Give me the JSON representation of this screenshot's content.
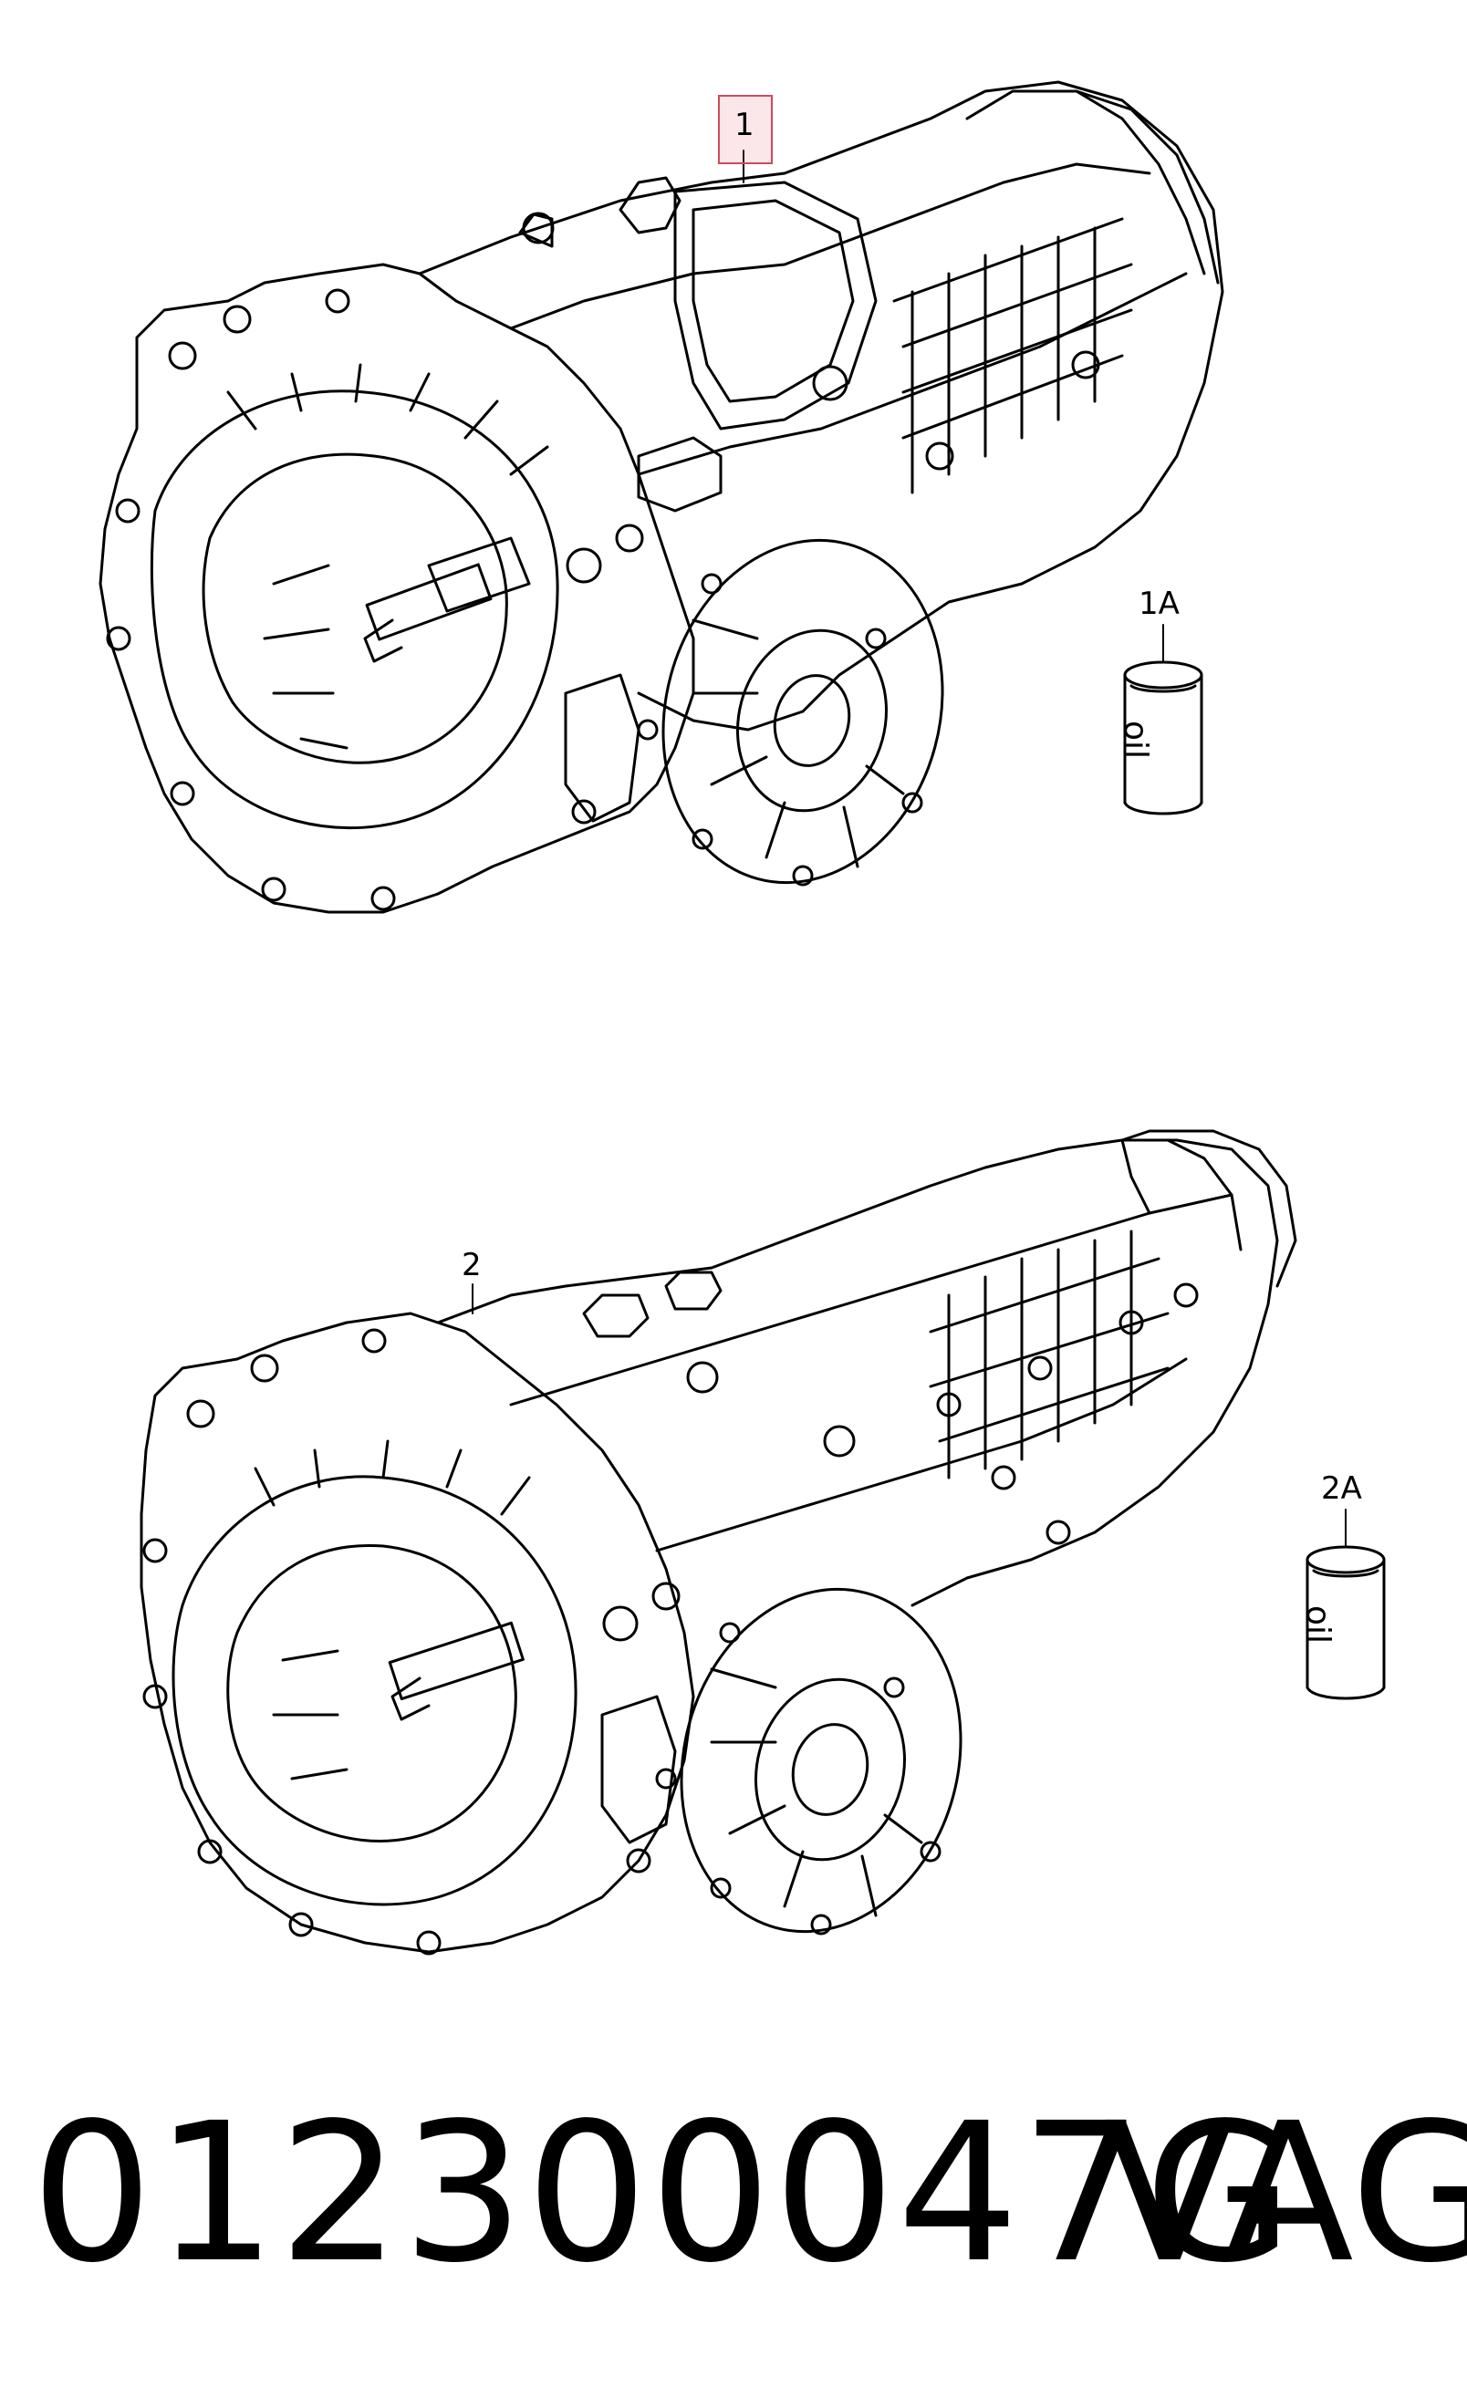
{
  "callouts": {
    "part_1": "1",
    "part_1a": "1A",
    "part_2": "2",
    "part_2a": "2A"
  },
  "oil_can_text": "oil",
  "footer": {
    "part_number": "012300047G",
    "brand": "VAG"
  },
  "colors": {
    "line": "#000000",
    "highlight_border": "#d04a5a",
    "highlight_fill": "#f7d9df"
  }
}
